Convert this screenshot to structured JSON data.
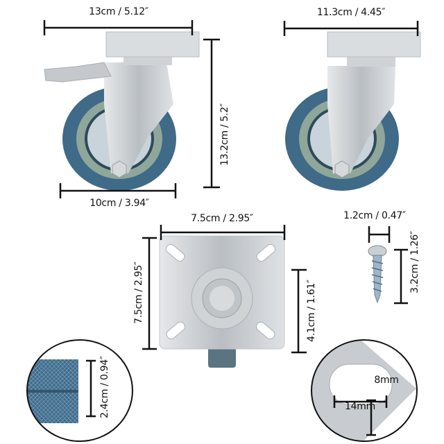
{
  "dimensions": {
    "brake_caster_width": "13cm / 5.12″",
    "swivel_caster_width": "11.3cm / 4.45″",
    "caster_height": "13.2cm / 5.2″",
    "wheel_diameter": "10cm / 3.94″",
    "plate_width": "7.5cm / 2.95″",
    "plate_length": "7.5cm / 2.95″",
    "hole_spacing": "4.1cm  / 1.61″",
    "screw_head": "1.2cm / 0.47″",
    "screw_length": "3.2cm / 1.26″",
    "wheel_width": "2.4cm  / 0.94″",
    "slot_height": "8mm",
    "slot_width": "14mm"
  },
  "colors": {
    "wheel": "#3f6a88",
    "hub_ring": "#8fa79a",
    "metal": "#c8ccd0",
    "line": "#111111"
  }
}
